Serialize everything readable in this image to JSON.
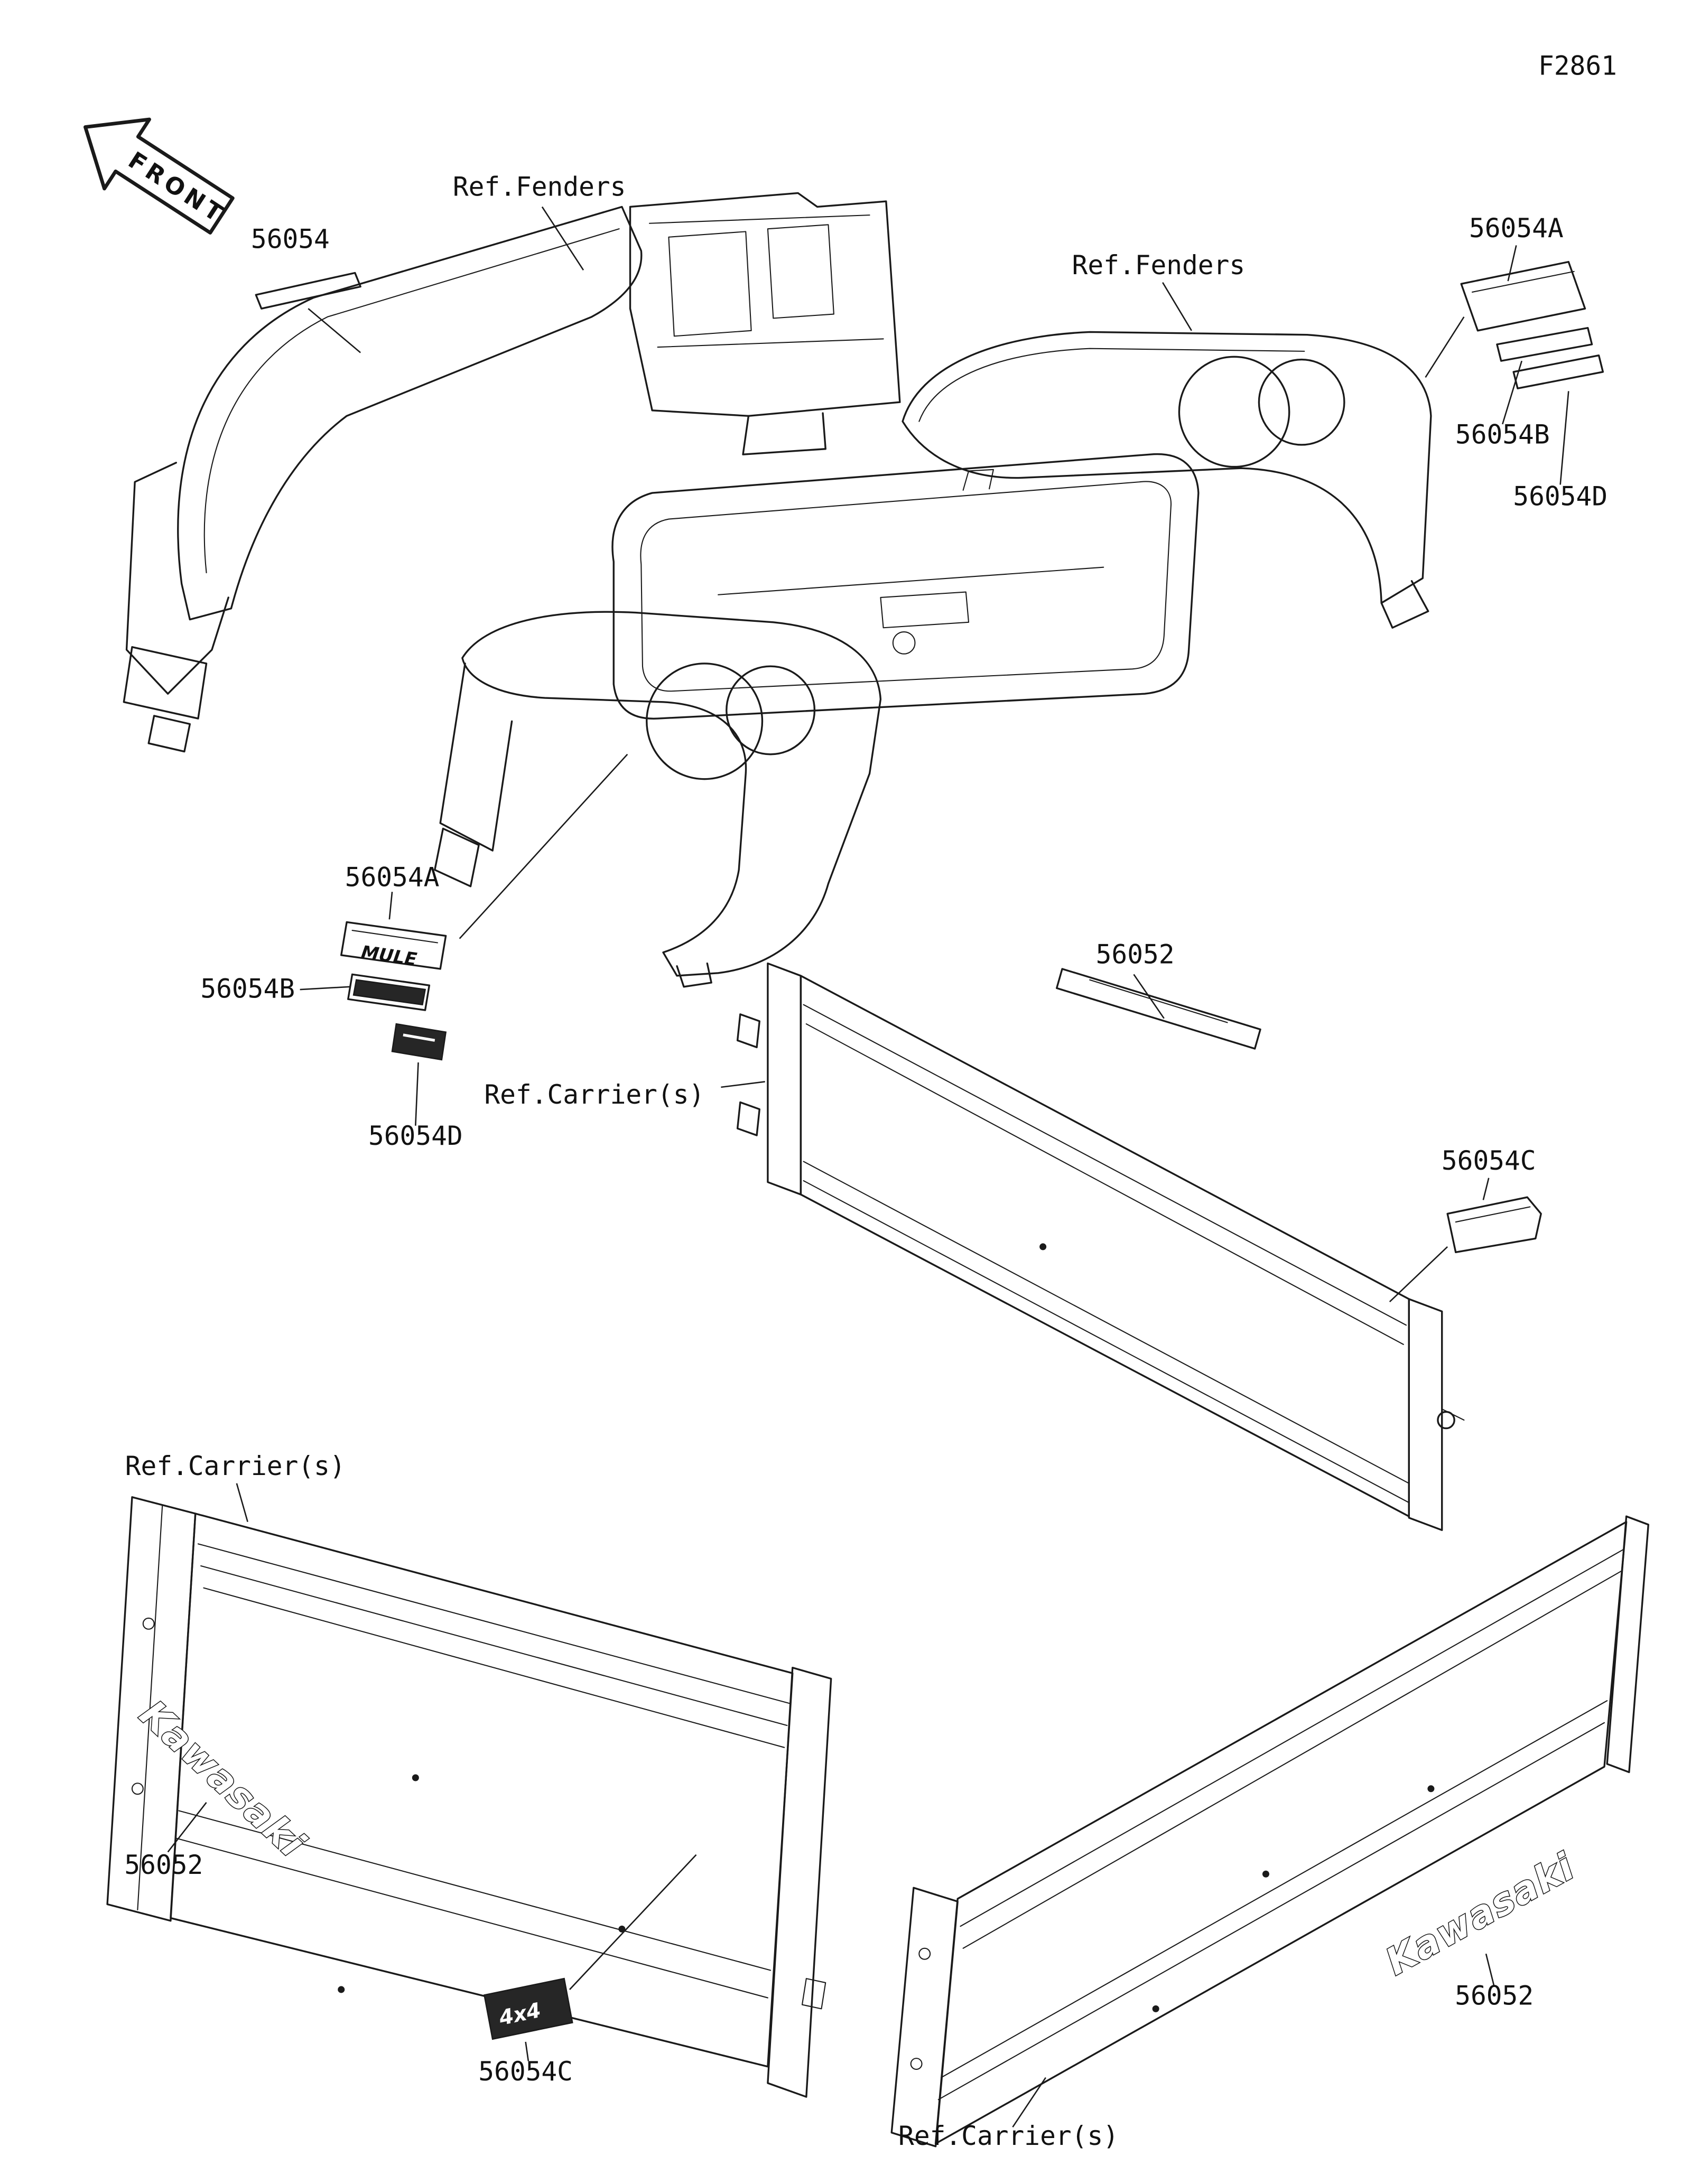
{
  "figure": {
    "code": "F2861"
  },
  "front_marker": {
    "label": "FRONT"
  },
  "colors": {
    "line": "#1a1a1a",
    "background": "#ffffff"
  },
  "callouts": {
    "part_56054": "56054",
    "ref_fenders_left": "Ref.Fenders",
    "ref_fenders_right": "Ref.Fenders",
    "part_56054A_right": "56054A",
    "part_56054B_right": "56054B",
    "part_56054D_right": "56054D",
    "part_56054A_left": "56054A",
    "part_56054B_left": "56054B",
    "part_56054D_left": "56054D",
    "ref_carrier_mid": "Ref.Carrier(s)",
    "part_56052_mid": "56052",
    "part_56054C_right": "56054C",
    "ref_carrier_bottom_left": "Ref.Carrier(s)",
    "part_56052_bottom_left": "56052",
    "part_56054C_bottom": "56054C",
    "ref_carrier_bottom_right": "Ref.Carrier(s)",
    "part_56052_bottom_right": "56052"
  },
  "decals": {
    "kawasaki_left": "Kawasaki",
    "kawasaki_right": "Kawasaki",
    "mule_badge": "MULE",
    "four_by_four": "4x4"
  }
}
